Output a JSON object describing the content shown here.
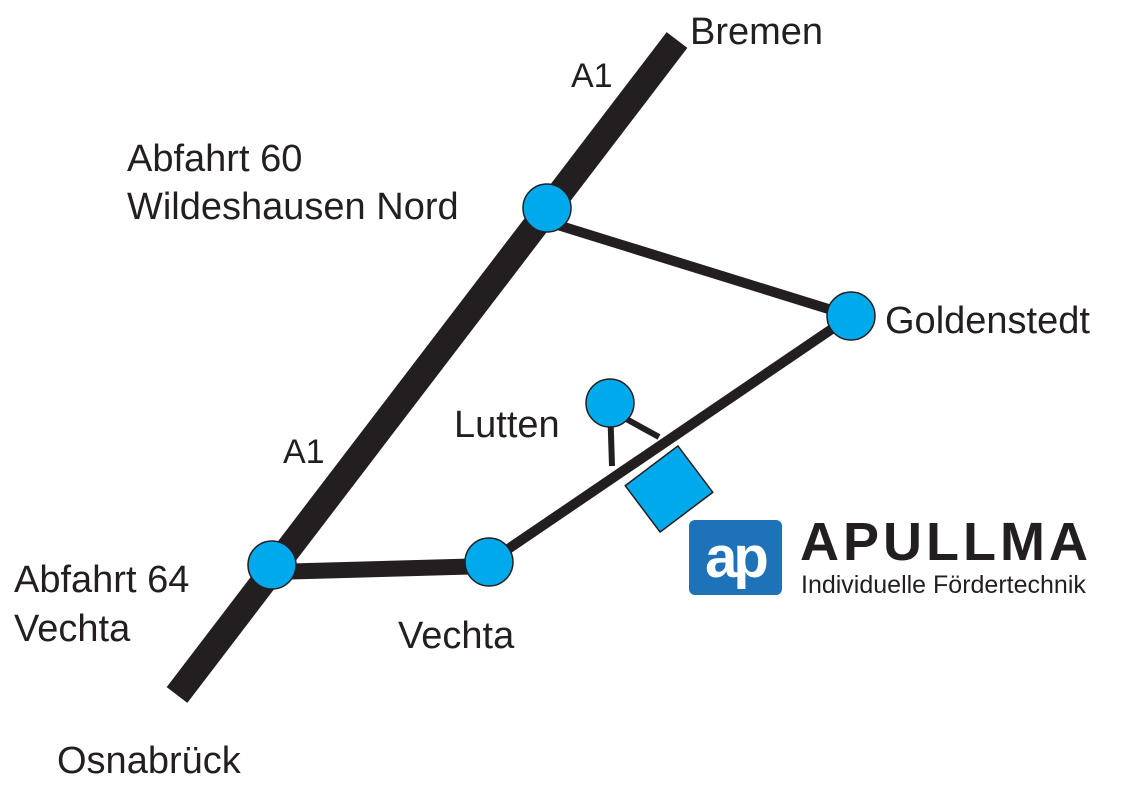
{
  "map": {
    "colors": {
      "road": "#231f20",
      "node": "#00a8ec",
      "company": "#00a8ec",
      "logo": "#1d72b8",
      "text": "#231f20"
    },
    "highway": {
      "name": "A1",
      "label_north": "A1",
      "label_south": "A1"
    },
    "directions": {
      "north": "Bremen",
      "south": "Osnabrück"
    },
    "exits": [
      {
        "number_label": "Abfahrt 60",
        "name": "Wildeshausen Nord"
      },
      {
        "number_label": "Abfahrt 64",
        "name": "Vechta"
      }
    ],
    "places": {
      "goldenstedt": "Goldenstedt",
      "lutten": "Lutten",
      "vechta": "Vechta"
    },
    "company": {
      "icon": "building-square",
      "logo_icon": "ap-monogram",
      "name": "APULLMA",
      "tagline": "Individuelle Fördertechnik"
    }
  }
}
